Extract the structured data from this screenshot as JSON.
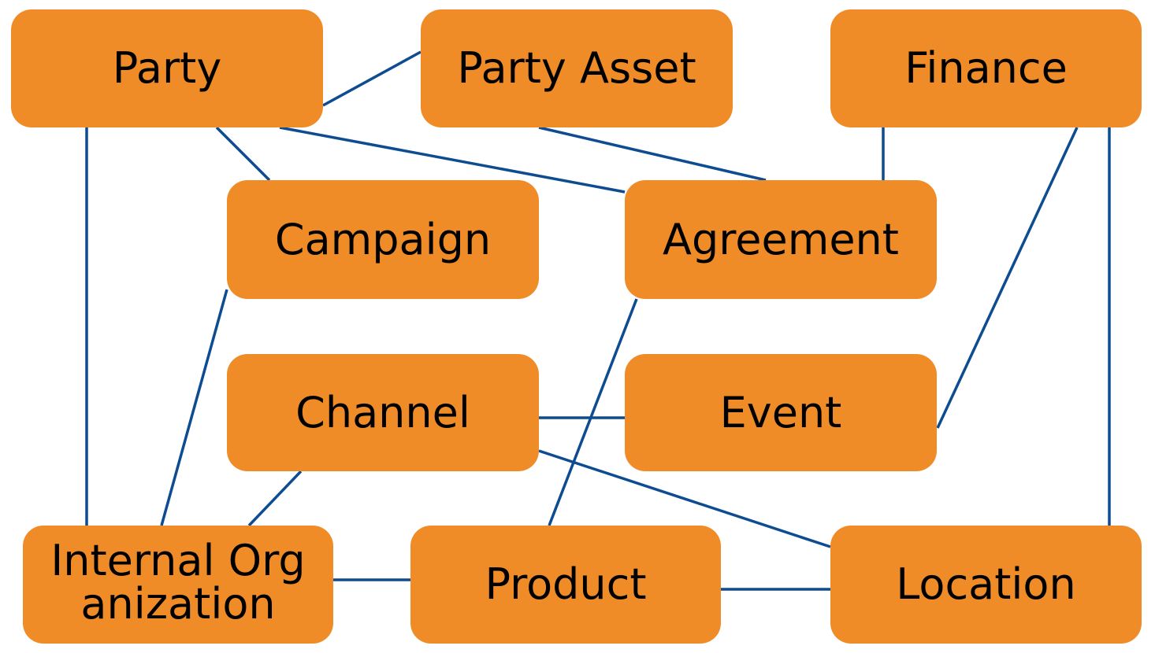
{
  "diagram": {
    "line_color": "#0E4C92",
    "node_color": "#F08C28",
    "nodes": {
      "party": "Party",
      "party_asset": "Party Asset",
      "finance": "Finance",
      "campaign": "Campaign",
      "agreement": "Agreement",
      "channel": "Channel",
      "event": "Event",
      "internal_organization": "Internal Organization",
      "product": "Product",
      "location": "Location"
    },
    "connections": [
      [
        "party",
        "party_asset"
      ],
      [
        "party",
        "campaign"
      ],
      [
        "party",
        "agreement"
      ],
      [
        "party",
        "internal_organization"
      ],
      [
        "party_asset",
        "agreement"
      ],
      [
        "finance",
        "agreement"
      ],
      [
        "finance",
        "event"
      ],
      [
        "finance",
        "location"
      ],
      [
        "campaign",
        "internal_organization"
      ],
      [
        "agreement",
        "product"
      ],
      [
        "channel",
        "event"
      ],
      [
        "channel",
        "internal_organization"
      ],
      [
        "channel",
        "location"
      ],
      [
        "internal_organization",
        "product"
      ],
      [
        "product",
        "location"
      ]
    ]
  }
}
